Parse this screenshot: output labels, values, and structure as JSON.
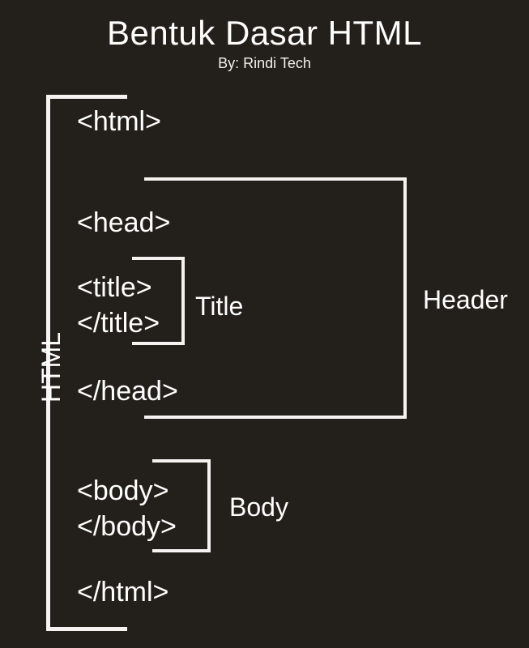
{
  "heading": {
    "title": "Bentuk Dasar HTML",
    "subtitle": "By: Rindi Tech"
  },
  "colors": {
    "background": "#231f1a",
    "foreground": "#ffffff",
    "bracket": "#f5f3f1"
  },
  "diagram": {
    "type": "bracket-structure-diagram",
    "code_lines": [
      {
        "text": "<html>",
        "indent": 1
      },
      {
        "text": "<head>",
        "indent": 1
      },
      {
        "text": "<title>",
        "indent": 1
      },
      {
        "text": "</title>",
        "indent": 1
      },
      {
        "text": "</head>",
        "indent": 1
      },
      {
        "text": "<body>",
        "indent": 1
      },
      {
        "text": "</body>",
        "indent": 1
      },
      {
        "text": "</html>",
        "indent": 1
      }
    ],
    "groups": [
      {
        "label": "HTML",
        "orientation": "vertical-left",
        "covers": [
          "<html>",
          "</html>"
        ]
      },
      {
        "label": "Header",
        "orientation": "right",
        "covers": [
          "<head>",
          "<title>",
          "</title>",
          "</head>"
        ]
      },
      {
        "label": "Title",
        "orientation": "right",
        "covers": [
          "<title>",
          "</title>"
        ]
      },
      {
        "label": "Body",
        "orientation": "right",
        "covers": [
          "<body>",
          "</body>"
        ]
      }
    ]
  }
}
